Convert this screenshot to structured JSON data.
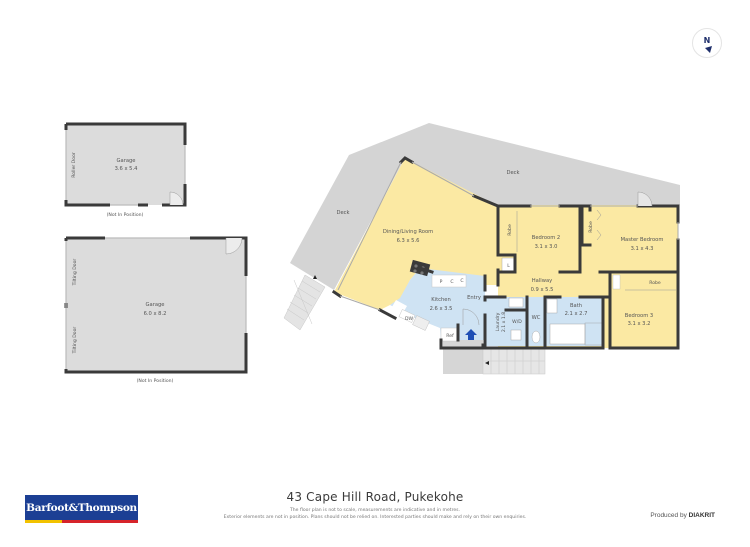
{
  "title": "43 Cape Hill Road, Pukekohe",
  "disclaimer": {
    "line1": "The floor plan is not to scale, measurements are indicative and in metres.",
    "line2": "Exterior elements are not in position. Plans should not be relied on. Interested parties should make and rely on their own enquiries."
  },
  "brand": {
    "name": "Barfoot&Thompson",
    "colors": {
      "primary": "#1c3f94",
      "accent_yellow": "#f2c200",
      "accent_red": "#d6232a"
    }
  },
  "producer": {
    "prefix": "Produced by",
    "name": "DIAKRIT"
  },
  "compass": {
    "label": "N",
    "icon": "north-arrow-icon"
  },
  "colors": {
    "living": "#fbe9a3",
    "wet": "#cfe3f3",
    "garage": "#dcdcdc",
    "deck": "#d4d4d4",
    "wall": "#3a3a3a",
    "entry_arrow": "#1f4fb5"
  },
  "garages": [
    {
      "name": "Garage",
      "dims": "3.6 x 5.4",
      "door_label": "Roller Door",
      "note": "(Not In Position)"
    },
    {
      "name": "Garage",
      "dims": "6.0 x 8.2",
      "door_labels": [
        "Tilting Door",
        "Tilting Door"
      ],
      "note": "(Not In Position)"
    }
  ],
  "rooms": {
    "deck_top": {
      "name": "Deck"
    },
    "deck_left": {
      "name": "Deck"
    },
    "dining_living": {
      "name": "Dining/Living Room",
      "dims": "6.3 x 5.6"
    },
    "kitchen": {
      "name": "Kitchen",
      "dims": "2.6 x 3.5"
    },
    "entry": {
      "name": "Entry"
    },
    "laundry": {
      "name": "Laundry",
      "dims": "2.1 x 1.8"
    },
    "wc": {
      "name": "WC"
    },
    "bath": {
      "name": "Bath",
      "dims": "2.1 x 2.7"
    },
    "hallway": {
      "name": "Hallway",
      "dims": "0.9 x 5.5"
    },
    "bedroom2": {
      "name": "Bedroom 2",
      "dims": "3.1 x 3.0"
    },
    "master": {
      "name": "Master Bedroom",
      "dims": "3.1 x 4.3"
    },
    "bedroom3": {
      "name": "Bedroom 3",
      "dims": "3.1 x 3.2"
    },
    "robe_b2": {
      "name": "Robe"
    },
    "robe_master": {
      "name": "Robe"
    },
    "robe_b3": {
      "name": "Robe"
    },
    "linen": {
      "name": "L"
    }
  },
  "fixtures": {
    "pantry": "P",
    "cupboard1": "C",
    "cupboard2": "C",
    "dishwasher": "DW",
    "fridge": "Ref",
    "washer_dryer": "W/D"
  }
}
